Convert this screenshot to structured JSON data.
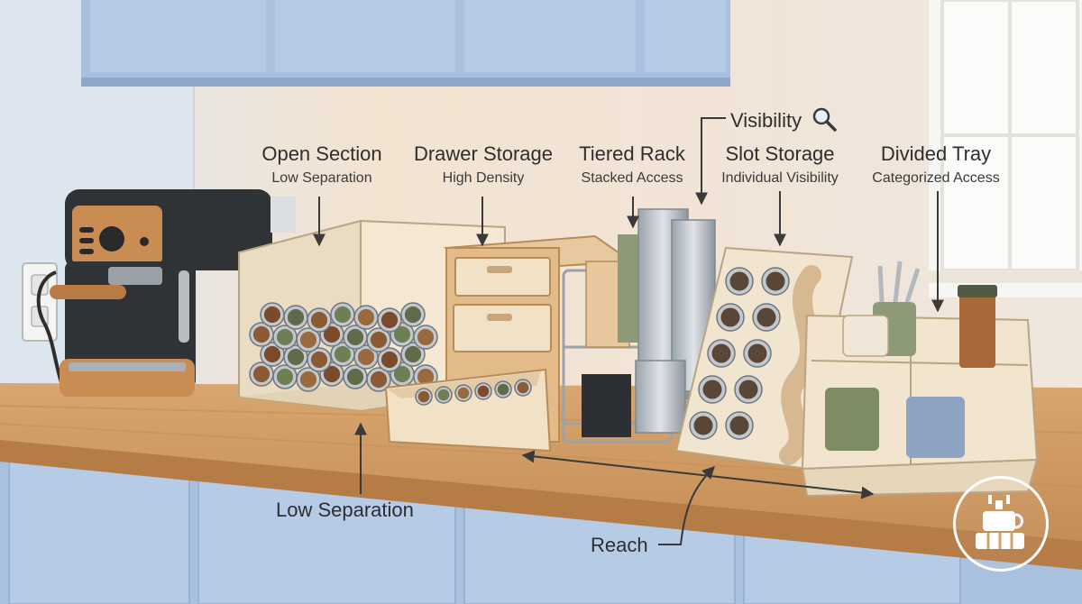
{
  "labels": {
    "open_section": {
      "title": "Open Section",
      "subtitle": "Low Separation"
    },
    "drawer_storage": {
      "title": "Drawer Storage",
      "subtitle": "High Density"
    },
    "tiered_rack": {
      "title": "Tiered Rack",
      "subtitle": "Stacked Access"
    },
    "slot_storage": {
      "title": "Slot Storage",
      "subtitle": "Individual Visibility"
    },
    "divided_tray": {
      "title": "Divided Tray",
      "subtitle": "Categorized Access"
    }
  },
  "callouts": {
    "visibility": "Visibility",
    "low_separation": "Low Separation",
    "reach": "Reach"
  },
  "icons": {
    "visibility": "magnifier-icon",
    "logo": "coffee-station-logo-icon"
  },
  "colors": {
    "cabinet_blue": "#a9c0de",
    "counter_wood": "#cf9a63",
    "organizer_cream": "#f1e5cf",
    "label_text": "#2e2e2e"
  }
}
